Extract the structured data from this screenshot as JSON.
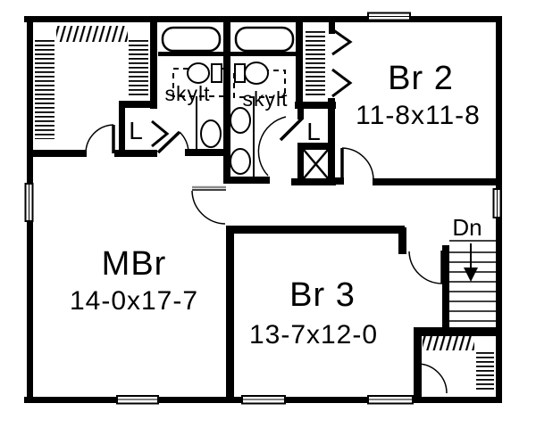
{
  "plan": {
    "rooms": {
      "master_bedroom": {
        "name": "MBr",
        "dims": "14-0x17-7"
      },
      "bedroom2": {
        "name": "Br 2",
        "dims": "11-8x11-8"
      },
      "bedroom3": {
        "name": "Br 3",
        "dims": "13-7x12-0"
      }
    },
    "labels": {
      "skylight_bath1": "skylt",
      "skylight_bath2": "skylt",
      "linen_closet_1": "L",
      "linen_closet_2": "L",
      "stairs_down": "Dn"
    },
    "colors": {
      "wall": "#000000",
      "background": "#ffffff",
      "shadow": "#8a8a8a"
    }
  }
}
